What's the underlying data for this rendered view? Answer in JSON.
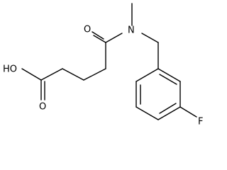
{
  "structure": {
    "atoms": {
      "hydroxyl": "HO",
      "acid_oxygen": "O",
      "amide_oxygen": "O",
      "nitrogen": "N",
      "fluorine": "F"
    }
  },
  "colors": {
    "bond": "#000000",
    "label": "#000000",
    "background": "#ffffff"
  }
}
